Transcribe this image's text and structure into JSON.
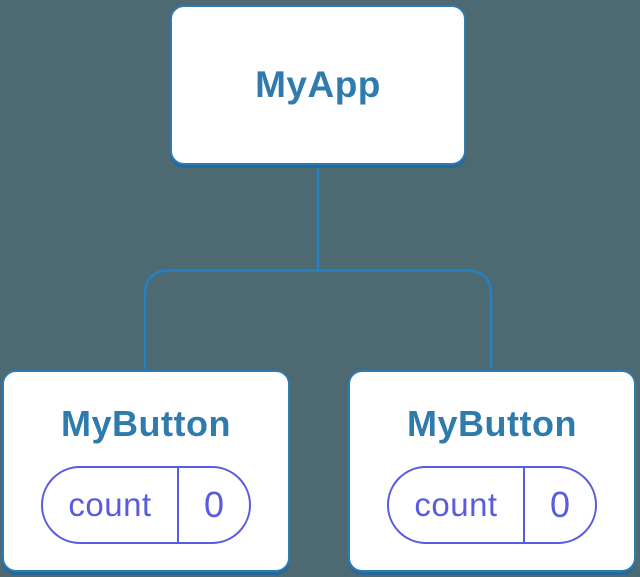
{
  "diagram": {
    "root": {
      "label": "MyApp"
    },
    "children": [
      {
        "label": "MyButton",
        "state": {
          "key": "count",
          "value": "0"
        }
      },
      {
        "label": "MyButton",
        "state": {
          "key": "count",
          "value": "0"
        }
      }
    ]
  },
  "colors": {
    "background": "#4D6972",
    "connector": "#2282C4",
    "node_border": "#2F7BAF",
    "node_shadow": "#27689B",
    "node_label": "#2F7BAD",
    "state_accent": "#5A5CE0",
    "node_background": "#FFFFFF"
  }
}
